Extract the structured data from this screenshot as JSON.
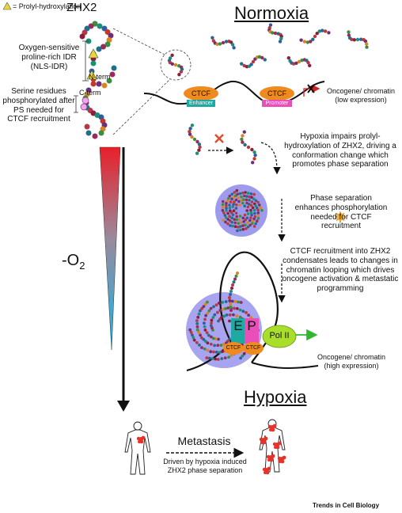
{
  "legend": {
    "label": "= Prolyl-hydroxylation",
    "color": "#e6d83a"
  },
  "protein": {
    "title": "ZHX2",
    "idr_label": "Oxygen-sensitive proline-rich IDR (NLS-IDR)",
    "n_term": "N-term",
    "c_term": "C-term",
    "serine_label": "Serine residues phosphorylated after PS needed for CTCF recruitment"
  },
  "normoxia": {
    "title": "Normoxia",
    "ctcf": "CTCF",
    "enhancer": "Enhancer",
    "promoter": "Promoter",
    "gene_label": "Oncogene/ chromatin (low expression)"
  },
  "gradient": {
    "label": "-O",
    "sub": "2"
  },
  "steps": {
    "step1": "Hypoxia impairs prolyl-hydroxylation of ZHX2, driving a conformation change which promotes phase separation",
    "step2": "Phase separation enhances phosphorylation needed for CTCF recruitment",
    "step3": "CTCF recruitment into ZHX2 condensates leads to changes in chromatin looping which drives oncogene activation & metastatic programming"
  },
  "hypoxia": {
    "title": "Hypoxia",
    "e": "E",
    "p": "P",
    "ctcf": "CTCF",
    "pol": "Pol II",
    "gene_label": "Oncogene/ chromatin (high expression)"
  },
  "metastasis": {
    "title": "Metastasis",
    "caption": "Driven by hypoxia induced ZHX2 phase separation"
  },
  "footer": "Trends in Cell Biology",
  "colors": {
    "ctcf": "#ef8a1e",
    "enhancer": "#1fa9a3",
    "promoter": "#e94fb8",
    "pol": "#a9df2a",
    "condensate": "#9e9bee",
    "tumor": "#e8332a",
    "arrow_green": "#2eb82e"
  }
}
